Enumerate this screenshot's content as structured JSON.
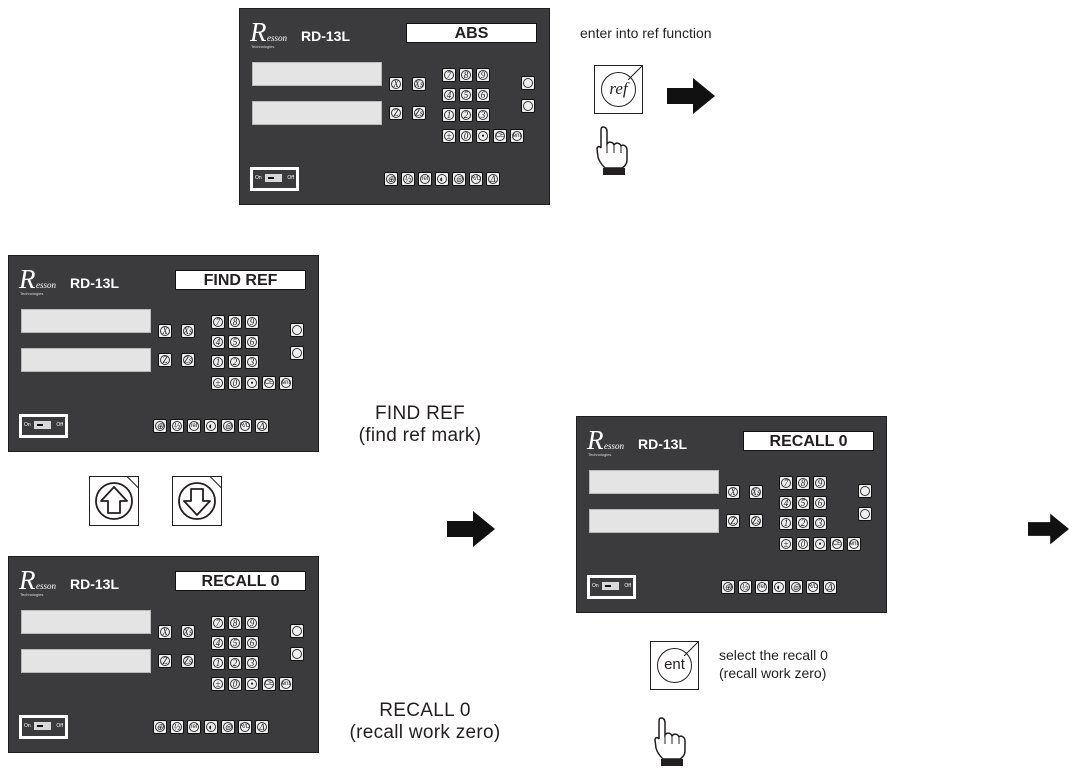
{
  "panel": {
    "brand_initial": "R",
    "brand_rest": "esson",
    "brand_sub": "Technologies",
    "model": "RD-13L",
    "axis_x": "X",
    "axis_xs": "Xs",
    "axis_z": "Z",
    "axis_zs": "Zs",
    "keys_row1": [
      "7",
      "8",
      "9"
    ],
    "keys_row2": [
      "4",
      "5",
      "6"
    ],
    "keys_row3": [
      "1",
      "2",
      "3"
    ],
    "keys_row4": [
      "±",
      "0",
      "•",
      "CE",
      "ent"
    ],
    "func_keys": [
      "⊕",
      "½",
      "ref",
      "◐",
      "⊜",
      "R/D",
      "Δ"
    ],
    "switch_on": "On",
    "switch_off": "Off"
  },
  "panels": {
    "top": {
      "mode": "ABS"
    },
    "left_upper": {
      "mode": "FIND REF"
    },
    "left_lower": {
      "mode": "RECALL 0"
    },
    "center": {
      "mode": "RECALL 0"
    }
  },
  "notes": {
    "enter_ref": "enter into ref function",
    "select_recall_l1": "select the recall 0",
    "select_recall_l2": "(recall work zero)"
  },
  "captions": {
    "find_ref_l1": "FIND REF",
    "find_ref_l2": "(find ref mark)",
    "recall_l1": "RECALL 0",
    "recall_l2": "(recall work zero)"
  },
  "keys": {
    "ref_label": "ref",
    "ent_label": "ent"
  },
  "icons": [
    "arrow-right-icon",
    "pointing-hand-icon",
    "up-arrow-key-icon",
    "down-arrow-key-icon"
  ]
}
